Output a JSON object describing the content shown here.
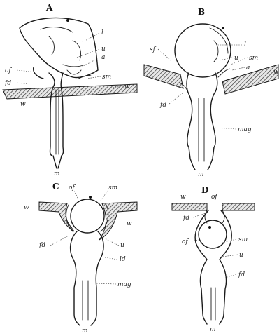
{
  "panels": [
    {
      "key": "A",
      "letter": "A",
      "labels": {
        "l": "l",
        "u": "u",
        "a": "a",
        "of": "of",
        "fd": "fd",
        "sm": "sm",
        "w_right": "w",
        "w_left": "w",
        "m": "m"
      }
    },
    {
      "key": "B",
      "letter": "B",
      "labels": {
        "sf": "sf",
        "l": "l",
        "u": "u",
        "sm": "sm",
        "a": "a",
        "w": "w",
        "fd": "fd",
        "mag": "mag",
        "m": "m"
      }
    },
    {
      "key": "C",
      "letter": "C",
      "labels": {
        "of": "of",
        "sm": "sm",
        "w_left": "w",
        "w_right": "w",
        "fd": "fd",
        "u": "u",
        "ld": "ld",
        "mag": "mag",
        "m": "m"
      }
    },
    {
      "key": "D",
      "letter": "D",
      "labels": {
        "w": "w",
        "of": "of",
        "fd_top": "fd",
        "of_side": "of",
        "sm": "sm",
        "u": "u",
        "fd": "fd",
        "m": "m"
      }
    }
  ]
}
